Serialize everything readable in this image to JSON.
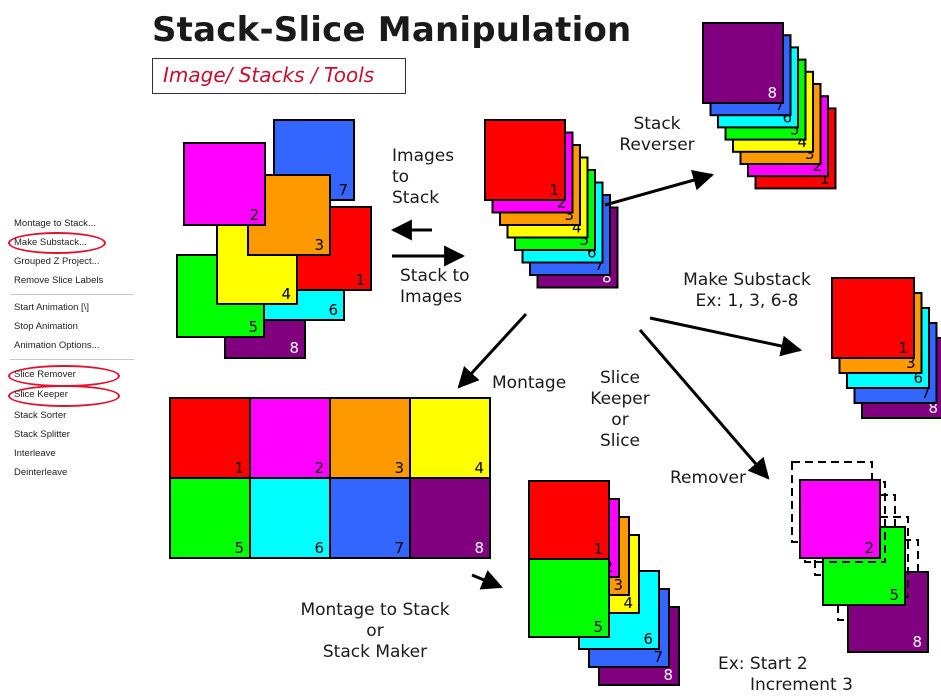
{
  "title": "Stack-Slice Manipulation",
  "subtitle": "Image/ Stacks / Tools",
  "menu": {
    "items": [
      {
        "label": "Montage to Stack...",
        "circled": false
      },
      {
        "label": "Make Substack...",
        "circled": true
      },
      {
        "label": "Grouped Z Project...",
        "circled": false
      },
      {
        "label": "Remove Slice Labels",
        "circled": false
      },
      {
        "label": "Start Animation [\\]",
        "circled": false
      },
      {
        "label": "Stop Animation",
        "circled": false
      },
      {
        "label": "Animation Options...",
        "circled": false
      },
      {
        "label": "Slice Remover",
        "circled": true
      },
      {
        "label": "Slice Keeper",
        "circled": true
      },
      {
        "label": "Stack Sorter",
        "circled": false
      },
      {
        "label": "Stack Splitter",
        "circled": false
      },
      {
        "label": "Interleave",
        "circled": false
      },
      {
        "label": "Deinterleave",
        "circled": false
      }
    ]
  },
  "labels": {
    "images_to_stack": [
      "Images",
      "to",
      "Stack"
    ],
    "stack_to_images": [
      "Stack to",
      "Images"
    ],
    "stack_reverser": [
      "Stack",
      "Reverser"
    ],
    "make_substack": [
      "Make Substack",
      "Ex: 1, 3, 6-8"
    ],
    "montage": "Montage",
    "slice_keeper": [
      "Slice",
      "Keeper",
      "or",
      "Slice",
      "Remover"
    ],
    "montage_to_stack": [
      "Montage to Stack",
      "or",
      "Stack Maker"
    ],
    "keeper_example": [
      "Ex: Start 2",
      "Increment 3"
    ]
  },
  "colors": {
    "slice_1": "#ff0000",
    "slice_2": "#ff00ff",
    "slice_3": "#ff9900",
    "slice_4": "#ffff00",
    "slice_5": "#00ff00",
    "slice_6": "#00ffff",
    "slice_7": "#3366ff",
    "slice_8": "#800080",
    "accent_red": "#c8102e",
    "outline": "#000000"
  },
  "slice_numbers": [
    "1",
    "2",
    "3",
    "4",
    "5",
    "6",
    "7",
    "8"
  ]
}
